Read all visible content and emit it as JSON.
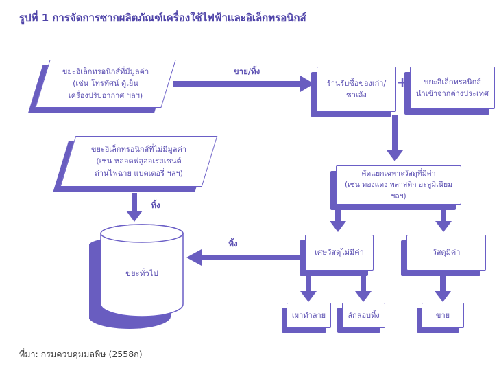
{
  "title": "รูปที่ 1 การจัดการซากผลิตภัณฑ์เครื่องใช้ไฟฟ้าและอิเล็กทรอนิกส์",
  "source": "ที่มา: กรมควบคุมมลพิษ (2558ก)",
  "colors": {
    "purple_main": "#695dc0",
    "purple_border": "#6a5ec6",
    "purple_text": "#5b4fb2",
    "title_text": "#4e43a8",
    "source_text": "#3c3c3c",
    "background": "#ffffff"
  },
  "nodes": {
    "valuable_ewaste": {
      "shape": "parallelogram",
      "lines": [
        "ขยะอิเล็กทรอนิกส์ที่มีมูลค่า",
        "(เช่น โทรทัศน์ ตู้เย็น",
        "เครื่องปรับอากาศ ฯลฯ)"
      ]
    },
    "junk_shop": {
      "shape": "rectangle",
      "lines": [
        "ร้านรับซื้อของเก่า/",
        "ซาเล้ง"
      ]
    },
    "imported_ewaste": {
      "shape": "rectangle",
      "lines": [
        "ขยะอิเล็กทรอนิกส์",
        "นำเข้าจากต่างประเทศ"
      ]
    },
    "sorting": {
      "shape": "rectangle",
      "lines": [
        "คัดแยกเฉพาะวัสดุที่มีค่า",
        "(เช่น ทองแดง พลาสติก อะลูมิเนียม ฯลฯ)"
      ]
    },
    "worthless_ewaste": {
      "shape": "parallelogram",
      "lines": [
        "ขยะอิเล็กทรอนิกส์ที่ไม่มีมูลค่า",
        "(เช่น หลอดฟลูออเรสเซนต์",
        "ถ่านไฟฉาย แบตเตอรี่ ฯลฯ)"
      ]
    },
    "scrap_no_value": {
      "shape": "rectangle",
      "label": "เศษวัสดุไม่มีค่า"
    },
    "valuable_material": {
      "shape": "rectangle",
      "label": "วัสดุมีค่า"
    },
    "general_waste": {
      "shape": "cylinder",
      "label": "ขยะทั่วไป"
    },
    "burn": {
      "shape": "rectangle",
      "label": "เผาทำลาย"
    },
    "illegal_dump": {
      "shape": "rectangle",
      "label": "ลักลอบทิ้ง"
    },
    "sell": {
      "shape": "rectangle",
      "label": "ขาย"
    }
  },
  "connectors": {
    "plus_sign": "+",
    "sell_discard_label": "ขาย/ทิ้ง",
    "discard_label_parallelogram": "ทิ้ง",
    "discard_label_scrap": "ทิ้ง"
  }
}
